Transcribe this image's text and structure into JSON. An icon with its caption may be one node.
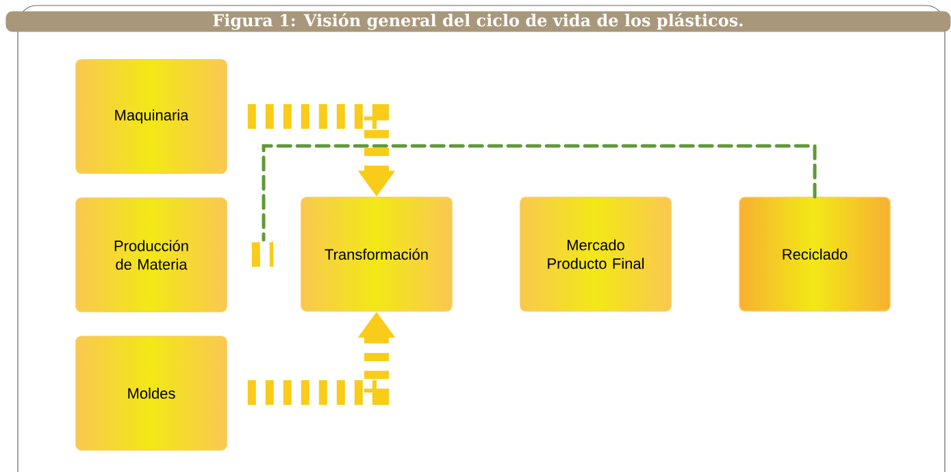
{
  "diagram": {
    "title": "Figura 1: Visión general del ciclo de vida de los plásticos.",
    "nodes": [
      {
        "text": [
          "Maquinaria"
        ]
      },
      {
        "text": [
          "Producción de Materia"
        ]
      },
      {
        "text": [
          "Moldes"
        ]
      },
      {
        "text": [
          "Transformación"
        ]
      },
      {
        "text": [
          "Mercado Producto Final"
        ]
      },
      {
        "text": [
          "Reciclado"
        ]
      }
    ],
    "edges": [
      {
        "from": 0,
        "to": 3,
        "arrow": "to"
      },
      {
        "from": 1,
        "to": 3,
        "arrow": "none"
      },
      {
        "from": 2,
        "to": 3,
        "arrow": "to"
      },
      {
        "from": 5,
        "to": null,
        "arrow": "none",
        "style": "dashed",
        "color": "#5e9a35"
      }
    ]
  }
}
